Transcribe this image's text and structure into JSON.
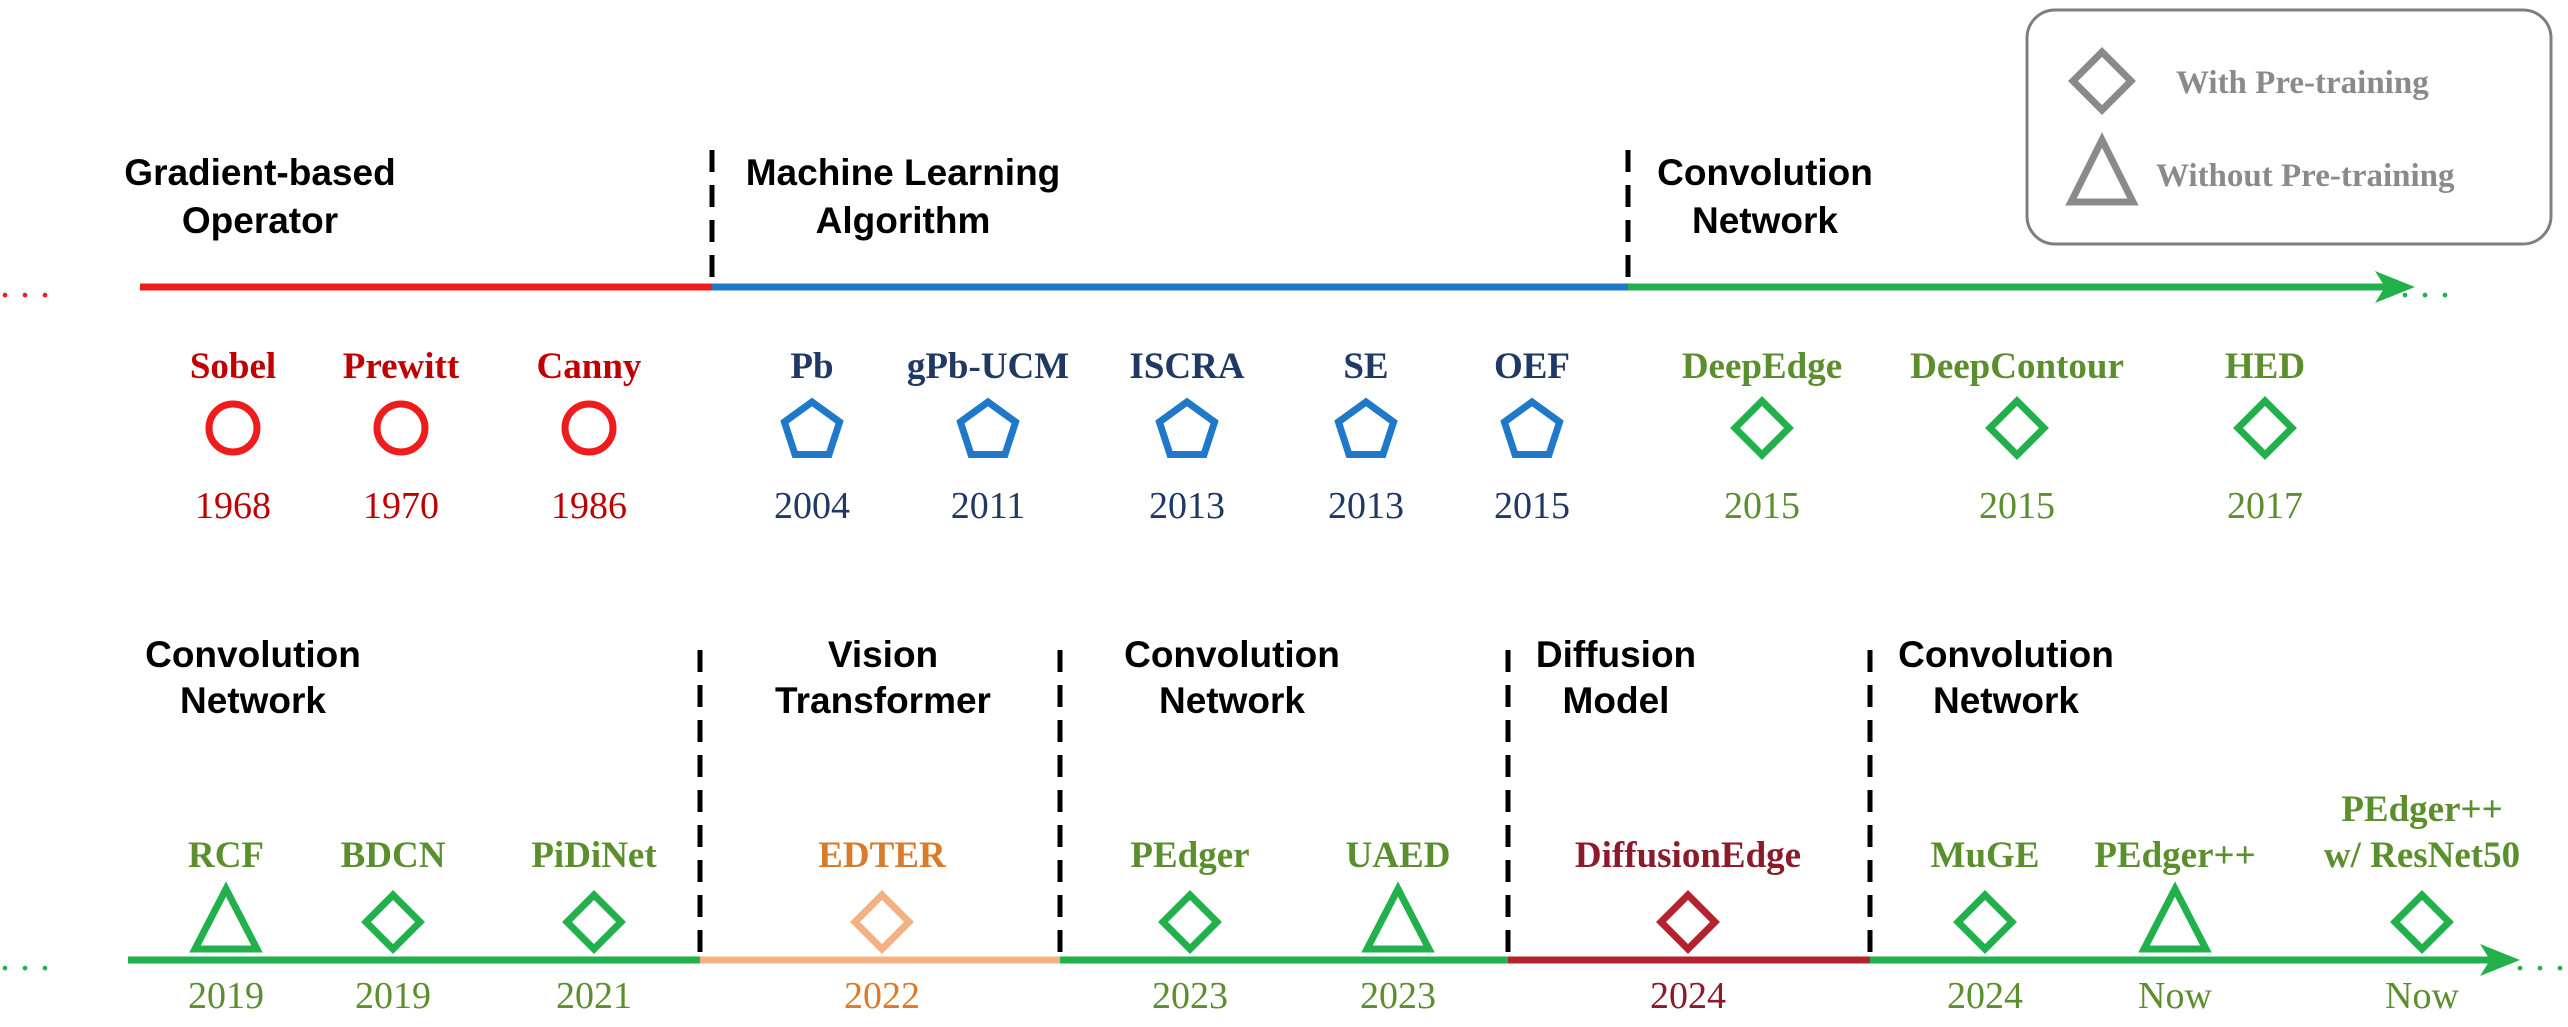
{
  "colors": {
    "gradient": "#ee1c1c",
    "gradient_text": "#c00000",
    "ml": "#1f78c8",
    "ml_text": "#203864",
    "conv": "#22b04c",
    "conv_text": "#5b8f2e",
    "vit_line": "#f4b183",
    "vit_text": "#d97b2b",
    "diffusion_line": "#b3222e",
    "diffusion_text": "#8b1a2b",
    "divider": "#000000",
    "legend_border": "#7f7f7f",
    "legend_text": "#8a8a8a"
  },
  "legend": {
    "with_pretraining": "With Pre-training",
    "without_pretraining": "Without Pre-training"
  },
  "ellipsis": ". . .",
  "rows": [
    {
      "eras": [
        {
          "lines": [
            "Gradient-based",
            "Operator"
          ],
          "color_key": "gradient"
        },
        {
          "lines": [
            "Machine Learning",
            "Algorithm"
          ],
          "color_key": "ml"
        },
        {
          "lines": [
            "Convolution",
            "Network"
          ],
          "color_key": "conv"
        }
      ],
      "methods": [
        {
          "name": [
            "Sobel"
          ],
          "year": "1968",
          "marker": "circle",
          "era": 0
        },
        {
          "name": [
            "Prewitt"
          ],
          "year": "1970",
          "marker": "circle",
          "era": 0
        },
        {
          "name": [
            "Canny"
          ],
          "year": "1986",
          "marker": "circle",
          "era": 0
        },
        {
          "name": [
            "Pb"
          ],
          "year": "2004",
          "marker": "pentagon",
          "era": 1
        },
        {
          "name": [
            "gPb-UCM"
          ],
          "year": "2011",
          "marker": "pentagon",
          "era": 1
        },
        {
          "name": [
            "ISCRA"
          ],
          "year": "2013",
          "marker": "pentagon",
          "era": 1
        },
        {
          "name": [
            "SE"
          ],
          "year": "2013",
          "marker": "pentagon",
          "era": 1
        },
        {
          "name": [
            "OEF"
          ],
          "year": "2015",
          "marker": "pentagon",
          "era": 1
        },
        {
          "name": [
            "DeepEdge"
          ],
          "year": "2015",
          "marker": "diamond",
          "era": 2
        },
        {
          "name": [
            "DeepContour"
          ],
          "year": "2015",
          "marker": "diamond",
          "era": 2
        },
        {
          "name": [
            "HED"
          ],
          "year": "2017",
          "marker": "diamond",
          "era": 2
        }
      ]
    },
    {
      "eras": [
        {
          "lines": [
            "Convolution",
            "Network"
          ],
          "color_key": "conv"
        },
        {
          "lines": [
            "Vision",
            "Transformer"
          ],
          "color_key": "vit"
        },
        {
          "lines": [
            "Convolution",
            "Network"
          ],
          "color_key": "conv"
        },
        {
          "lines": [
            "Diffusion",
            "Model"
          ],
          "color_key": "diffusion"
        },
        {
          "lines": [
            "Convolution",
            "Network"
          ],
          "color_key": "conv"
        }
      ],
      "methods": [
        {
          "name": [
            "RCF"
          ],
          "year": "2019",
          "marker": "triangle",
          "era": 0
        },
        {
          "name": [
            "BDCN"
          ],
          "year": "2019",
          "marker": "diamond",
          "era": 0
        },
        {
          "name": [
            "PiDiNet"
          ],
          "year": "2021",
          "marker": "diamond",
          "era": 0
        },
        {
          "name": [
            "EDTER"
          ],
          "year": "2022",
          "marker": "diamond",
          "era": 1
        },
        {
          "name": [
            "PEdger"
          ],
          "year": "2023",
          "marker": "diamond",
          "era": 2
        },
        {
          "name": [
            "UAED"
          ],
          "year": "2023",
          "marker": "triangle",
          "era": 2
        },
        {
          "name": [
            "DiffusionEdge"
          ],
          "year": "2024",
          "marker": "diamond",
          "era": 3
        },
        {
          "name": [
            "MuGE"
          ],
          "year": "2024",
          "marker": "diamond",
          "era": 4
        },
        {
          "name": [
            "PEdger++"
          ],
          "year": "Now",
          "marker": "triangle",
          "era": 4
        },
        {
          "name": [
            "PEdger++",
            "w/ ResNet50"
          ],
          "year": "Now",
          "marker": "diamond",
          "era": 4
        }
      ]
    }
  ]
}
